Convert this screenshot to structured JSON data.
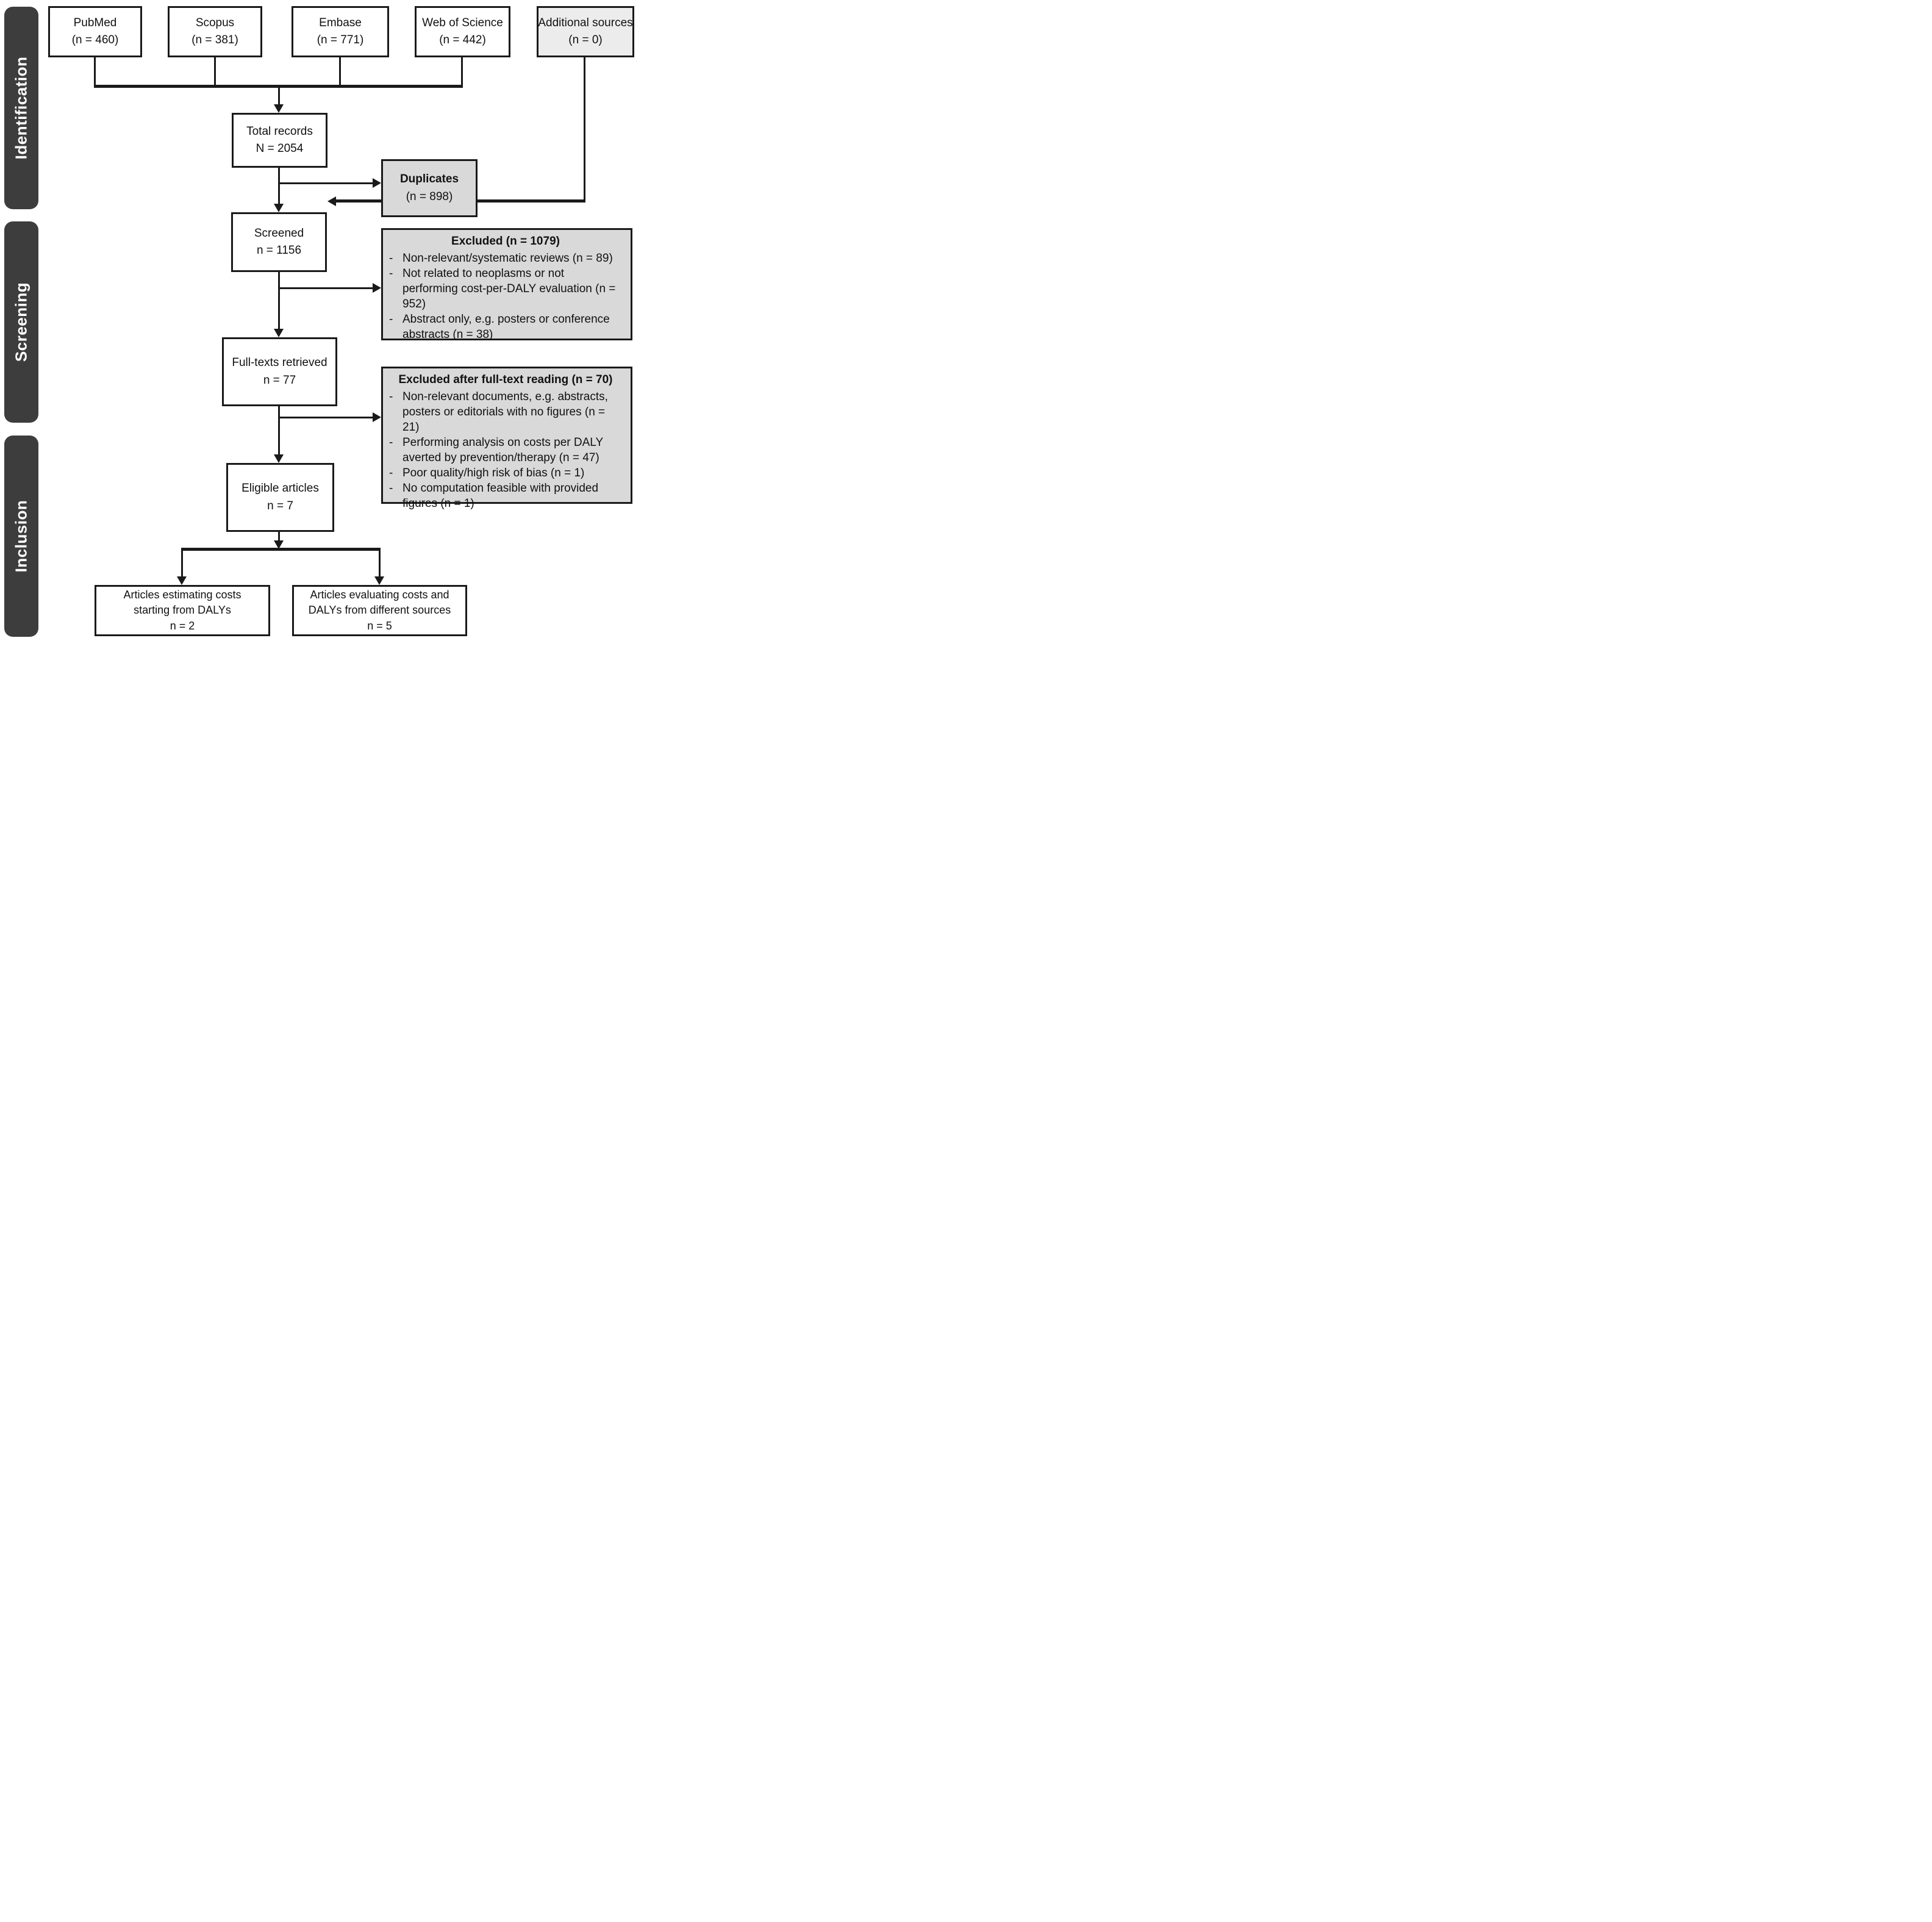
{
  "sidebar": {
    "stages": [
      {
        "label": "Identification"
      },
      {
        "label": "Screening"
      },
      {
        "label": "Inclusion"
      }
    ]
  },
  "sources": [
    {
      "name": "PubMed",
      "count": "(n = 460)"
    },
    {
      "name": "Scopus",
      "count": "(n = 381)"
    },
    {
      "name": "Embase",
      "count": "(n = 771)"
    },
    {
      "name": "Web of Science",
      "count": "(n = 442)"
    },
    {
      "name": "Additional sources",
      "count": "(n = 0)"
    }
  ],
  "flow": {
    "total_records": {
      "label": "Total records",
      "count": "N = 2054"
    },
    "screened": {
      "label": "Screened",
      "count": "n = 1156"
    },
    "full_texts": {
      "label": "Full-texts retrieved",
      "count": "n = 77"
    },
    "eligible": {
      "label": "Eligible articles",
      "count": "n = 7"
    }
  },
  "side_boxes": {
    "duplicates": {
      "title": "Duplicates",
      "count": "(n = 898)"
    },
    "excluded_screening": {
      "title": "Excluded (n = 1079)",
      "items": [
        "Non-relevant/systematic reviews (n = 89)",
        "Not related to neoplasms or not performing cost-per-DALY evaluation (n = 952)",
        "Abstract only, e.g. posters or conference abstracts (n = 38)"
      ]
    },
    "excluded_fulltext": {
      "title": "Excluded after full-text reading (n = 70)",
      "items": [
        "Non-relevant documents, e.g. abstracts, posters or editorials with no figures (n = 21)",
        "Performing analysis on costs per DALY averted by prevention/therapy (n = 47)",
        "Poor quality/high risk of bias (n = 1)",
        "No computation feasible with provided figures (n = 1)"
      ]
    }
  },
  "outcomes": {
    "left": {
      "line1": "Articles estimating costs",
      "line2": "starting from DALYs",
      "count": "n = 2"
    },
    "right": {
      "line1": "Articles evaluating costs and",
      "line2": "DALYs from different sources",
      "count": "n = 5"
    }
  },
  "colors": {
    "box_border": "#1a1a1a",
    "gray_fill": "#d9d9d9",
    "light_gray_fill": "#ececec",
    "sidebar_fill": "#3d3d3d",
    "sidebar_text": "#ffffff",
    "line": "#1a1a1a",
    "background": "#ffffff"
  }
}
